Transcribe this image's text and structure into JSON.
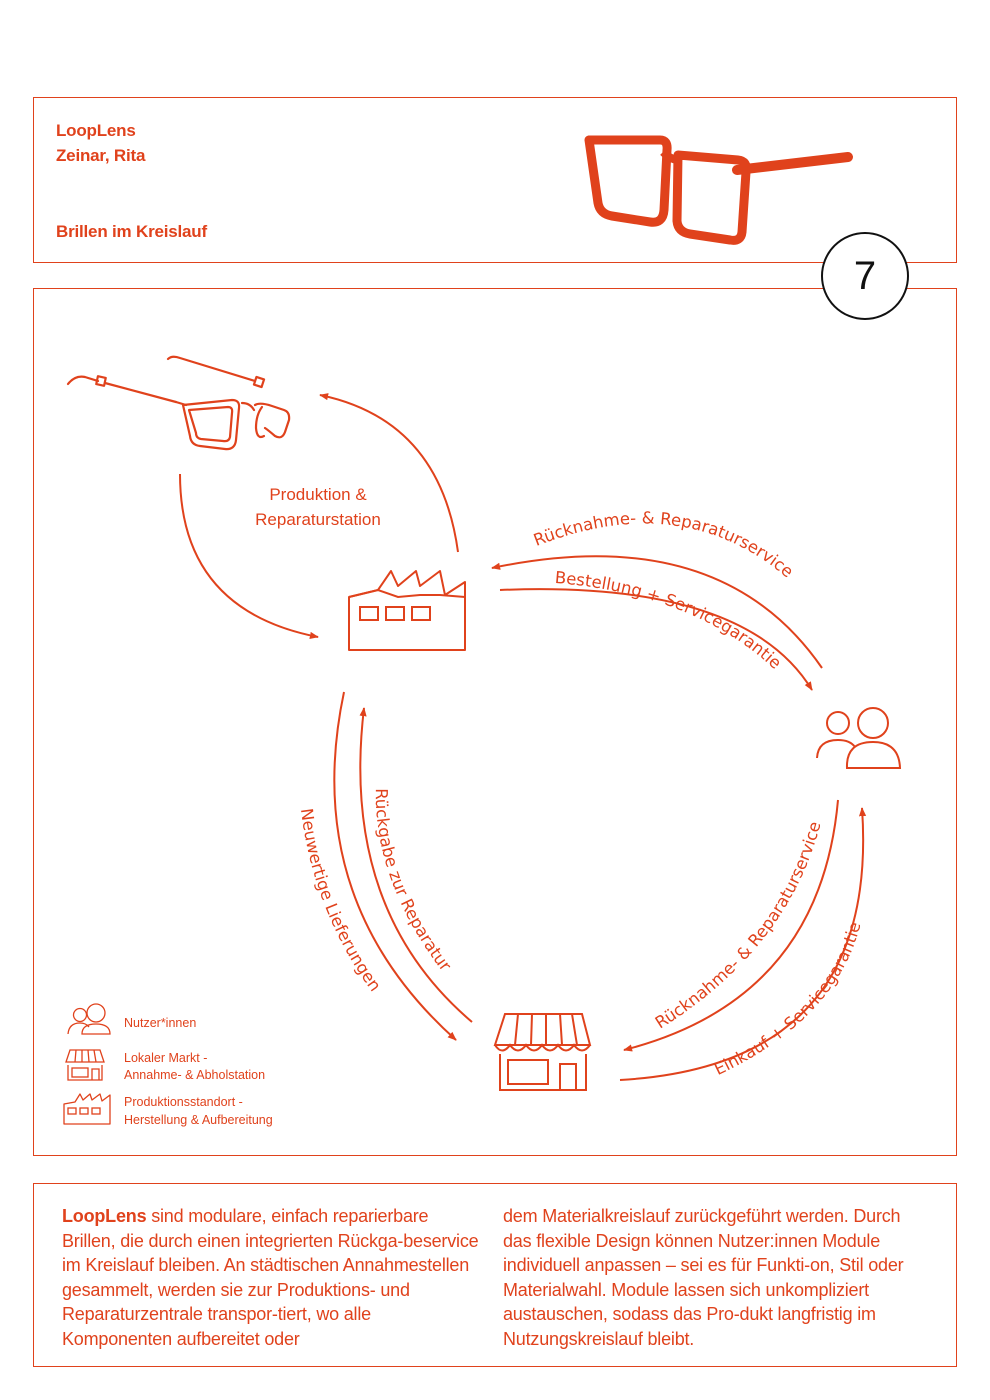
{
  "header": {
    "project": "LoopLens",
    "authors": "Zeinar, Rita",
    "subtitle": "Brillen im Kreislauf",
    "page_number": "7"
  },
  "diagram": {
    "factory_label_line1": "Produktion &",
    "factory_label_line2": "Reparaturstation",
    "arc_top_outer": "Rücknahme- & Reparaturservice",
    "arc_top_inner": "Bestellung + Servicegarantie",
    "arc_left_outer": "Neuwertige Lieferungen",
    "arc_left_inner": "Rückgabe zur Reparatur",
    "arc_right_inner": "Rücknahme- & Reparaturservice",
    "arc_right_outer": "Einkauf + Servicegarantie"
  },
  "legend": {
    "users": "Nutzer*innen",
    "market_line1": "Lokaler Markt -",
    "market_line2": "Annahme- & Abholstation",
    "factory_line1": "Produktionsstandort -",
    "factory_line2": "Herstellung & Aufbereitung"
  },
  "body_text": {
    "lead": "LoopLens",
    "col1_rest": " sind modulare, einfach reparierbare Brillen, die durch einen integrierten Rückga-beservice im Kreislauf bleiben. An städtischen Annahmestellen gesammelt, werden sie zur Produktions- und Reparaturzentrale transpor-tiert, wo alle Komponenten aufbereitet oder",
    "col2": "dem Materialkreislauf zurückgeführt werden. Durch das flexible Design können Nutzer:innen Module individuell anpassen – sei es für Funkti-on, Stil oder Materialwahl. Module lassen sich unkompliziert austauschen, sodass das Pro-dukt langfristig im Nutzungskreislauf bleibt."
  },
  "colors": {
    "accent": "#e0421c",
    "page_circle": "#111111"
  },
  "icons": [
    "glasses-icon",
    "exploded-glasses-icon",
    "factory-icon",
    "users-icon",
    "market-stall-icon"
  ]
}
